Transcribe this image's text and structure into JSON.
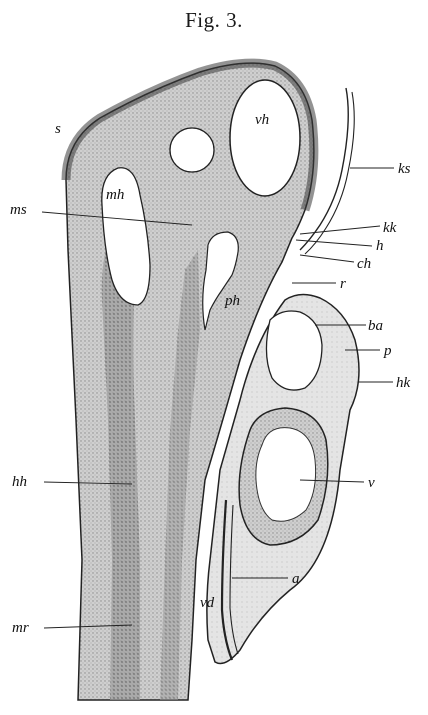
{
  "figure": {
    "title": "Fig. 3."
  },
  "labels": {
    "s": "s",
    "vh": "vh",
    "mh": "mh",
    "ms": "ms",
    "ph": "ph",
    "ks": "ks",
    "kk": "kk",
    "h": "h",
    "ch": "ch",
    "r": "r",
    "ba": "ba",
    "p": "p",
    "hk": "hk",
    "v": "v",
    "a": "a",
    "vd": "vd",
    "hh": "hh",
    "mr": "mr"
  }
}
